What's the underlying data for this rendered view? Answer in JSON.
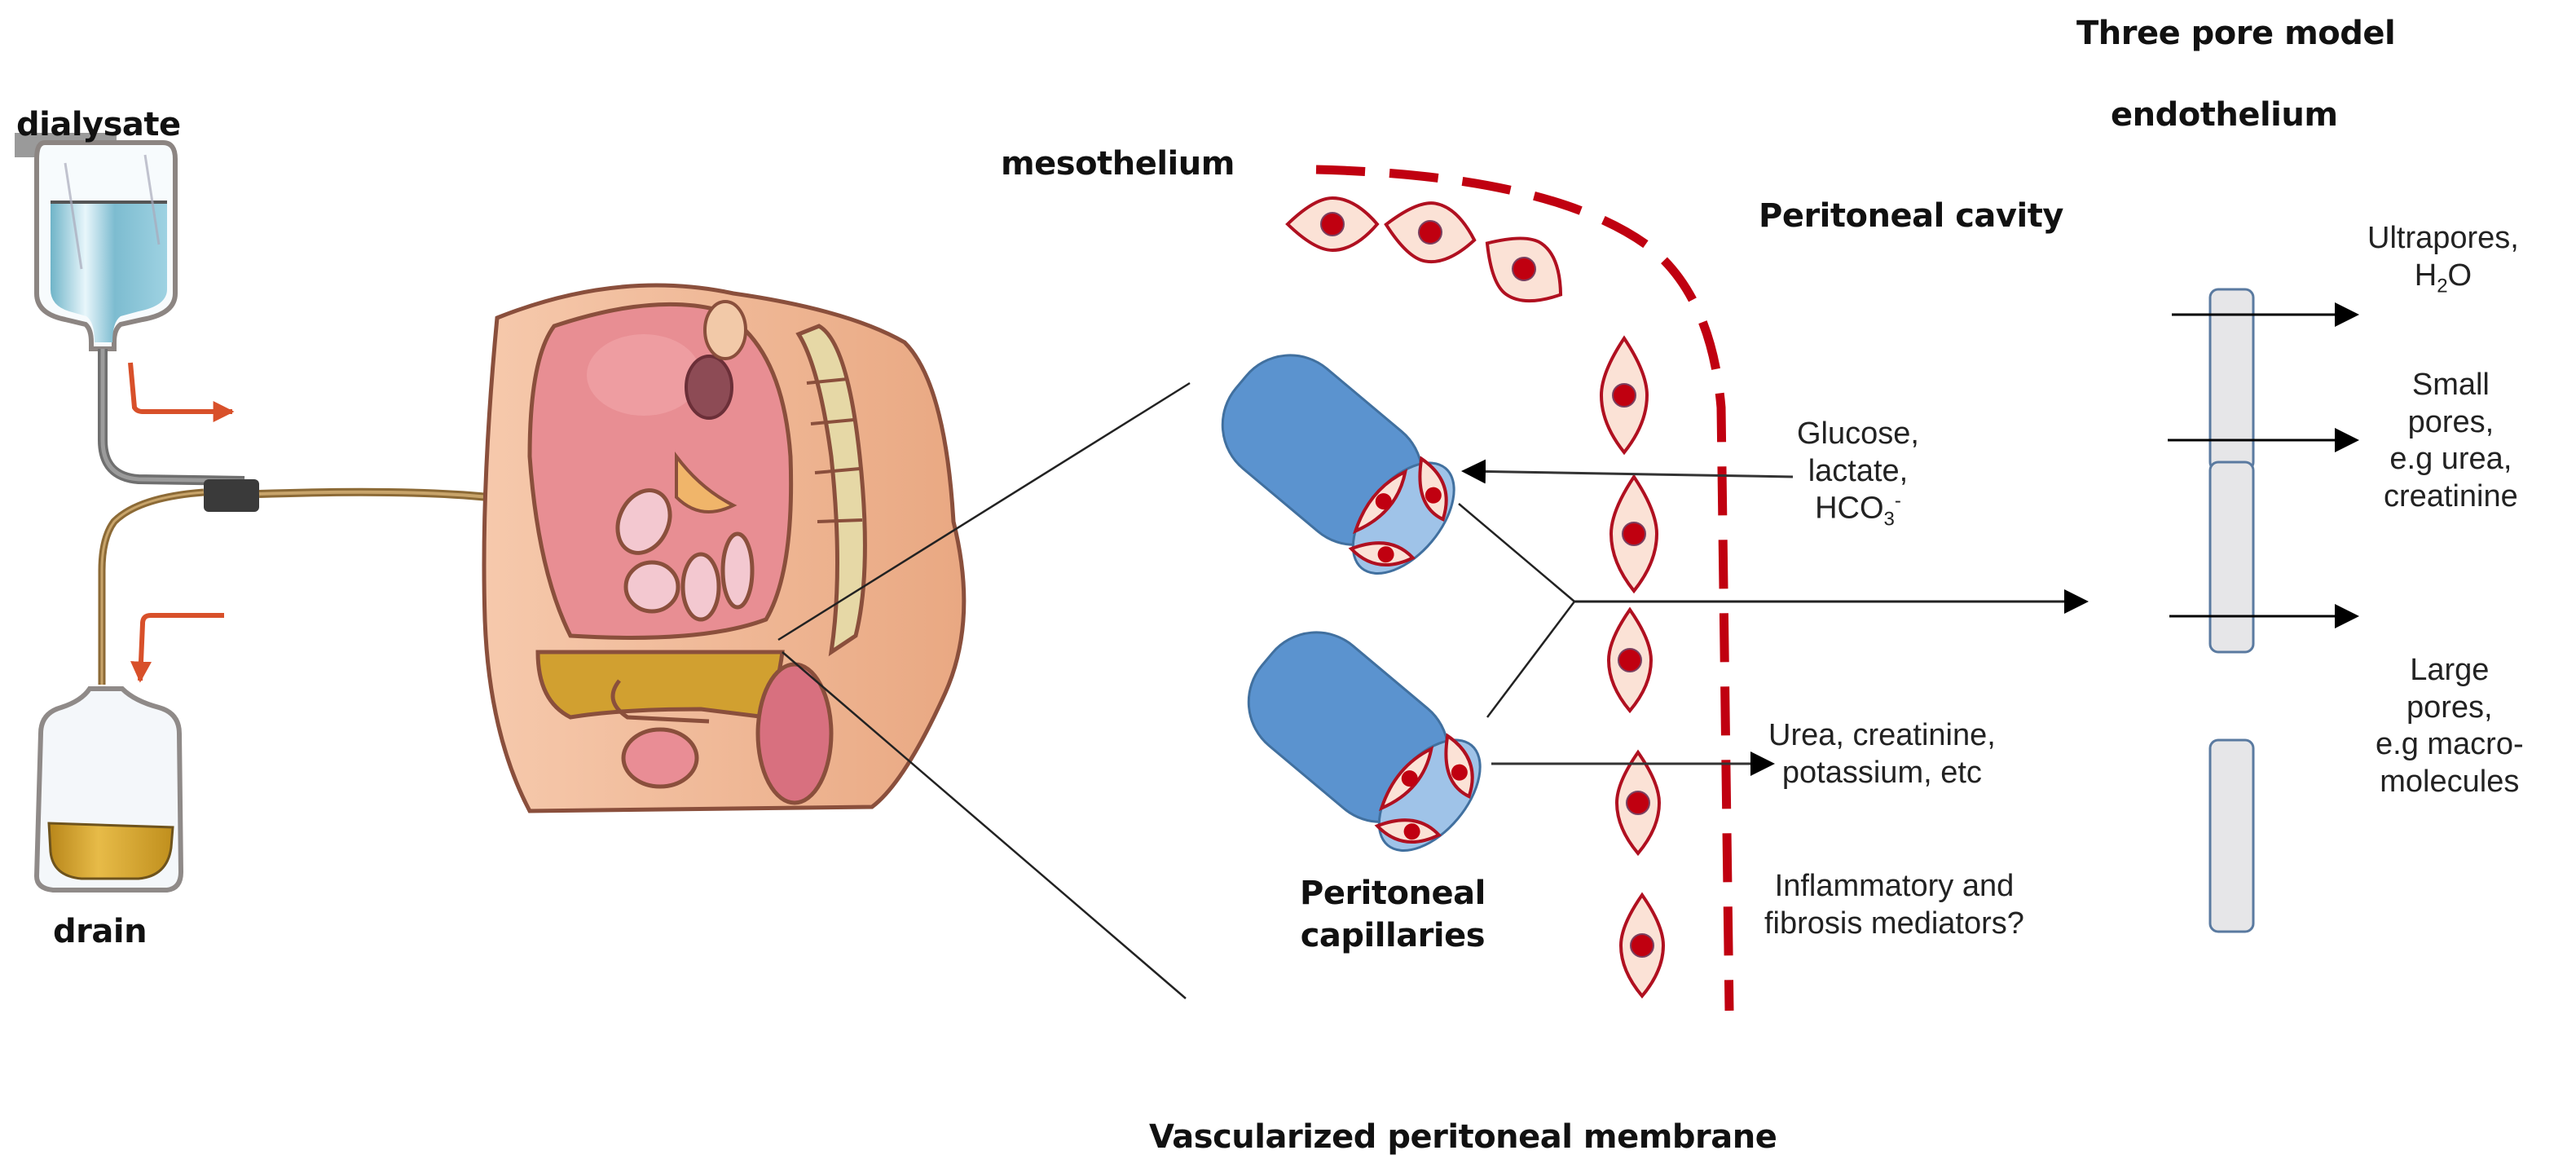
{
  "figure": {
    "left_panel": {
      "dialysate_label": "dialysate",
      "drain_label": "drain"
    },
    "middle_panel": {
      "mesothelium_label": "mesothelium",
      "peritoneal_cavity_label": "Peritoneal cavity",
      "peritoneal_capillaries_label_line1": "Peritoneal",
      "peritoneal_capillaries_label_line2": "capillaries",
      "membrane_caption": "Vascularized peritoneal membrane",
      "inflow_solutes": {
        "line1": "Glucose,",
        "line2": "lactate,",
        "line3_main": "HCO",
        "line3_sub": "3",
        "line3_sup": "-"
      },
      "outflow_solutes": {
        "line1": "Urea, creatinine,",
        "line2": "potassium, etc"
      },
      "mediators": {
        "line1": "Inflammatory  and",
        "line2": "fibrosis mediators?"
      }
    },
    "right_panel": {
      "title": "Three pore model",
      "subtitle": "endothelium",
      "pores": [
        {
          "line1": "Ultrapores,",
          "line2_main": "H",
          "line2_sub": "2",
          "line2_rest": "O"
        },
        {
          "line1": "Small",
          "line2": "pores,",
          "line3": "e.g urea,",
          "line4": "creatinine"
        },
        {
          "line1": "Large",
          "line2": "pores,",
          "line3": "e.g macro-",
          "line4": "molecules"
        }
      ]
    },
    "colors": {
      "mesothelium_red": "#c00010",
      "capillary_blue": "#5b93cf",
      "capillary_lumen": "#9fc3e8",
      "cell_fill": "#fbe2d6",
      "pore_bar_fill": "#e6e6e8",
      "pore_bar_stroke": "#5a7aa0",
      "dialysate_fluid": "#86c2d6",
      "drain_fluid": "#c99a22",
      "flow_arrow": "#d8502a"
    }
  }
}
